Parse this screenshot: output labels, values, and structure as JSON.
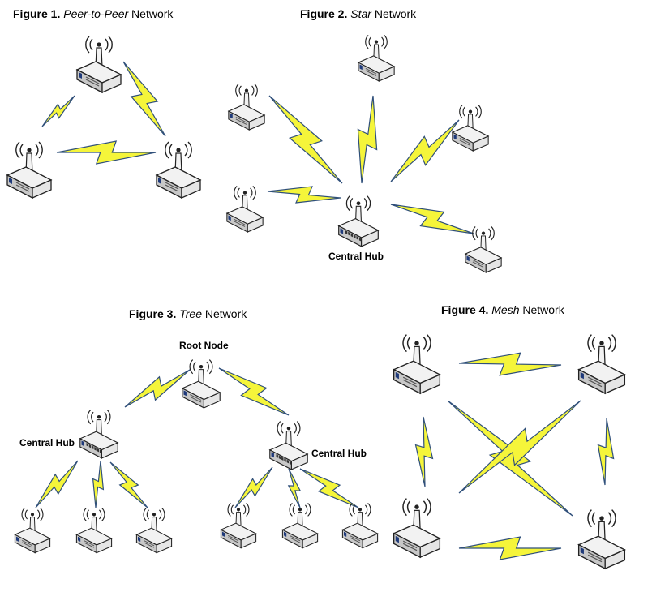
{
  "figures": [
    {
      "number_label": "Figure 1.",
      "name": "Peer-to-Peer",
      "suffix": " Network"
    },
    {
      "number_label": "Figure 2.",
      "name": "Star",
      "suffix": " Network"
    },
    {
      "number_label": "Figure 3.",
      "name": "Tree",
      "suffix": " Network"
    },
    {
      "number_label": "Figure 4.",
      "name": "Mesh",
      "suffix": " Network"
    }
  ],
  "labels": {
    "star_central_hub": "Central Hub",
    "tree_root_node": "Root Node",
    "tree_left_hub": "Central Hub",
    "tree_right_hub": "Central Hub"
  },
  "colors": {
    "bolt_fill": "#f5f53a",
    "bolt_stroke": "#2f4f7a",
    "device_top": "#f2f2f2",
    "device_side": "#c8c8c8",
    "device_stroke": "#222222",
    "port_blue": "#1f3a7a"
  },
  "icons": {
    "wireless_device": "wireless-router-icon",
    "hub": "wireless-hub-icon",
    "link": "lightning-link-icon"
  }
}
